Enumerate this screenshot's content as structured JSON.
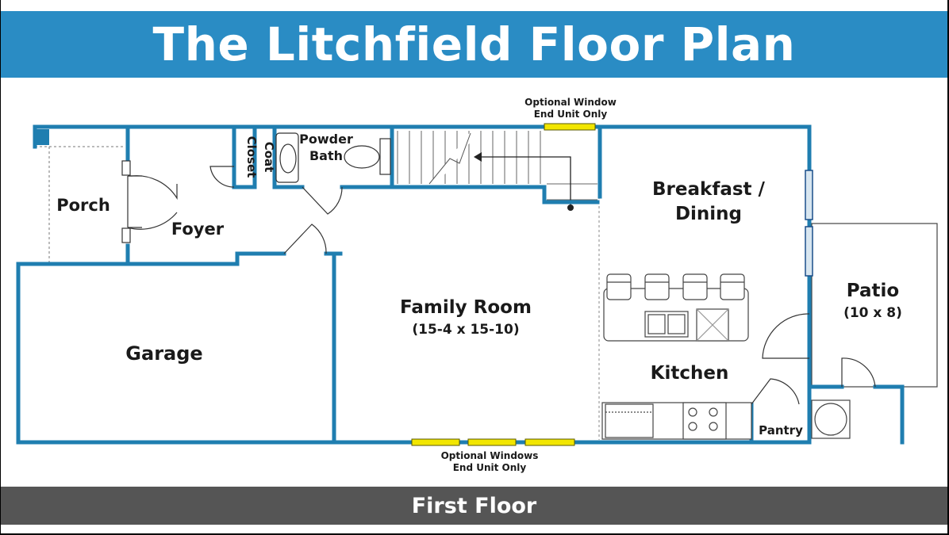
{
  "title": "The Litchfield Floor Plan",
  "footer": "First Floor",
  "colors": {
    "title_bar": "#2a8cc4",
    "footer_bar": "#555555",
    "wall": "#1f7eb0",
    "window_highlight": "#f2e600",
    "fixture": "#333333"
  },
  "rooms": {
    "porch": "Porch",
    "foyer": "Foyer",
    "coat_closet_line1": "Coat",
    "coat_closet_line2": "Closet",
    "powder_bath_line1": "Powder",
    "powder_bath_line2": "Bath",
    "breakfast_line1": "Breakfast /",
    "breakfast_line2": "Dining",
    "family_room": "Family Room",
    "family_room_size": "(15-4 x 15-10)",
    "garage": "Garage",
    "kitchen": "Kitchen",
    "patio": "Patio",
    "patio_size": "(10 x 8)",
    "pantry": "Pantry"
  },
  "notes": {
    "top_window_line1": "Optional Window",
    "top_window_line2": "End Unit Only",
    "bottom_windows_line1": "Optional Windows",
    "bottom_windows_line2": "End Unit Only"
  }
}
